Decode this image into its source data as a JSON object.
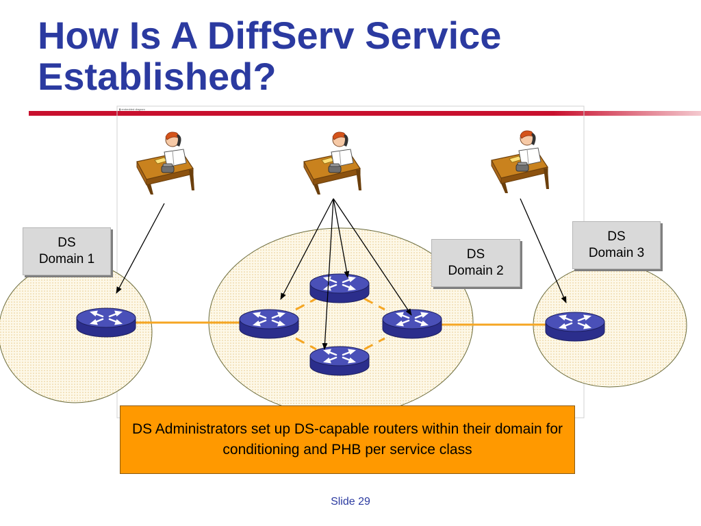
{
  "slide": {
    "title_line1": "How Is A DiffServ Service",
    "title_line2": "Established?",
    "slide_number": "Slide 29"
  },
  "colors": {
    "title": "#2b3aa0",
    "accent_rule": "#c8102e",
    "link": "#f5a623",
    "router_fill": "#3c3fa5",
    "callout_fill": "#ff9900",
    "domain_fill": "#fbf3d8"
  },
  "domains": [
    {
      "line1": "DS",
      "line2": "Domain 1"
    },
    {
      "line1": "DS",
      "line2": "Domain 2"
    },
    {
      "line1": "DS",
      "line2": "Domain 3"
    }
  ],
  "administrators": [
    {
      "icon": "administrator-at-desk-phone-icon"
    },
    {
      "icon": "administrator-at-desk-phone-icon"
    },
    {
      "icon": "administrator-at-desk-phone-icon"
    }
  ],
  "routers": [
    {
      "icon": "router-icon"
    },
    {
      "icon": "router-icon"
    },
    {
      "icon": "router-icon"
    },
    {
      "icon": "router-icon"
    },
    {
      "icon": "router-icon"
    },
    {
      "icon": "router-icon"
    }
  ],
  "callout": {
    "text": "DS Administrators set up DS-capable routers within their domain for conditioning and PHB per service class"
  }
}
